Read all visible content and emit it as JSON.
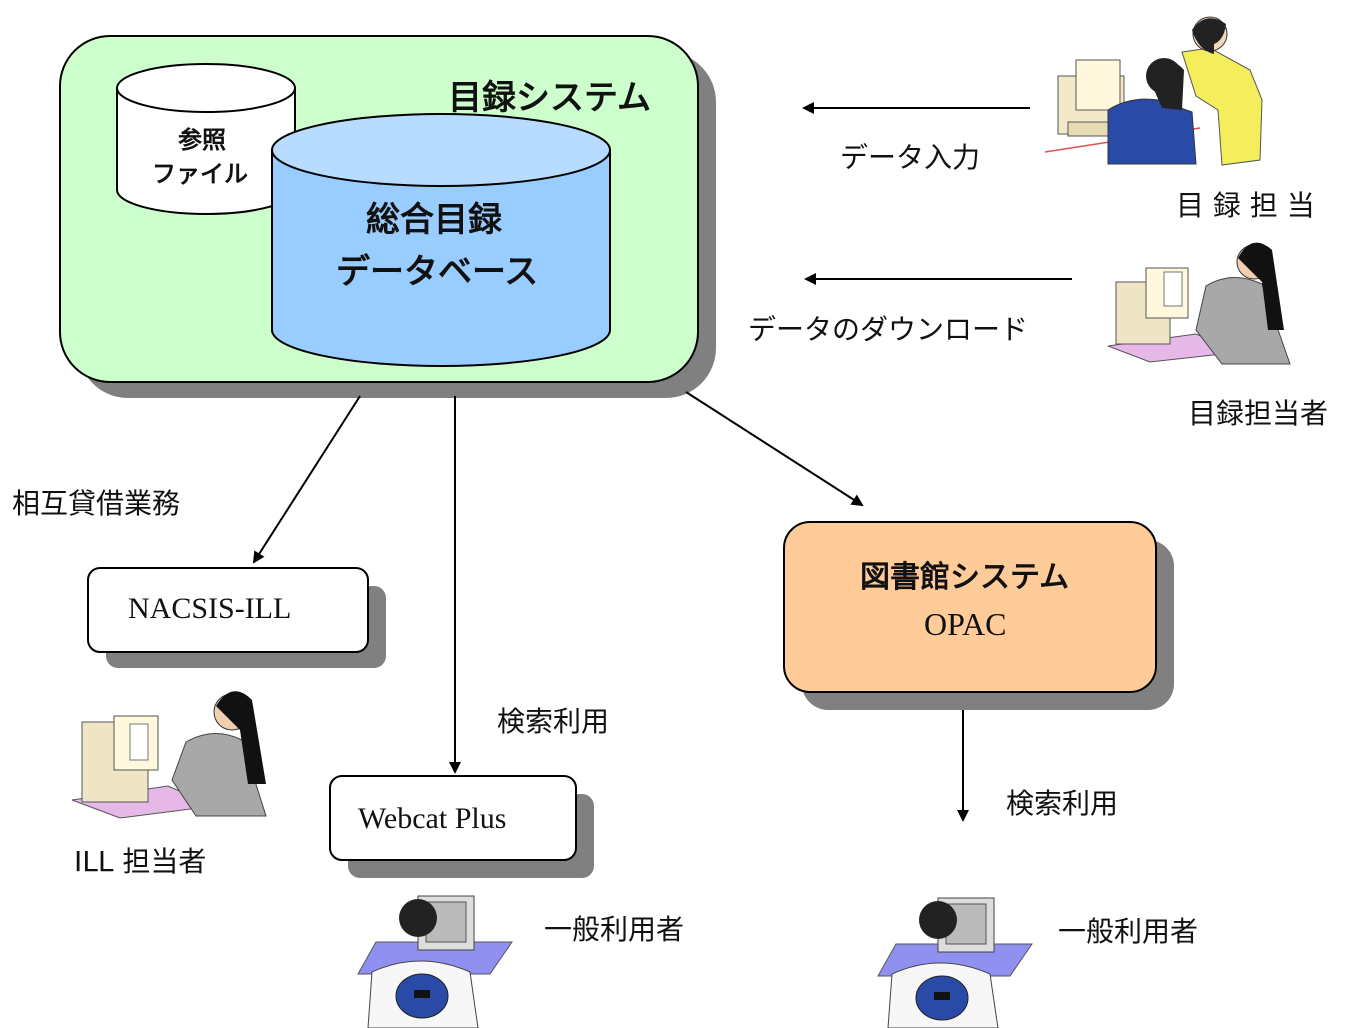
{
  "catalog_system": {
    "title": "目録システム",
    "ref_file": [
      "参照",
      "ファイル"
    ],
    "union_db": [
      "総合目録",
      "データベース"
    ]
  },
  "actions": {
    "data_input": "データ入力",
    "data_download": "データのダウンロード",
    "ill_work": "相互貸借業務",
    "search_use_1": "検索利用",
    "search_use_2": "検索利用"
  },
  "people": {
    "cataloger_1": "目 録 担 当",
    "cataloger_2": "目録担当者",
    "ill_staff": "ILL 担当者",
    "general_user_1": "一般利用者",
    "general_user_2": "一般利用者"
  },
  "systems": {
    "nacsis_ill": "NACSIS-ILL",
    "webcat": "Webcat Plus",
    "library_system": "図書館システム",
    "opac": "OPAC"
  },
  "colors": {
    "catalog_bg": "#ccffcc",
    "db_fill": "#99ccff",
    "library_bg": "#ffcc99",
    "shadow": "#808080"
  }
}
